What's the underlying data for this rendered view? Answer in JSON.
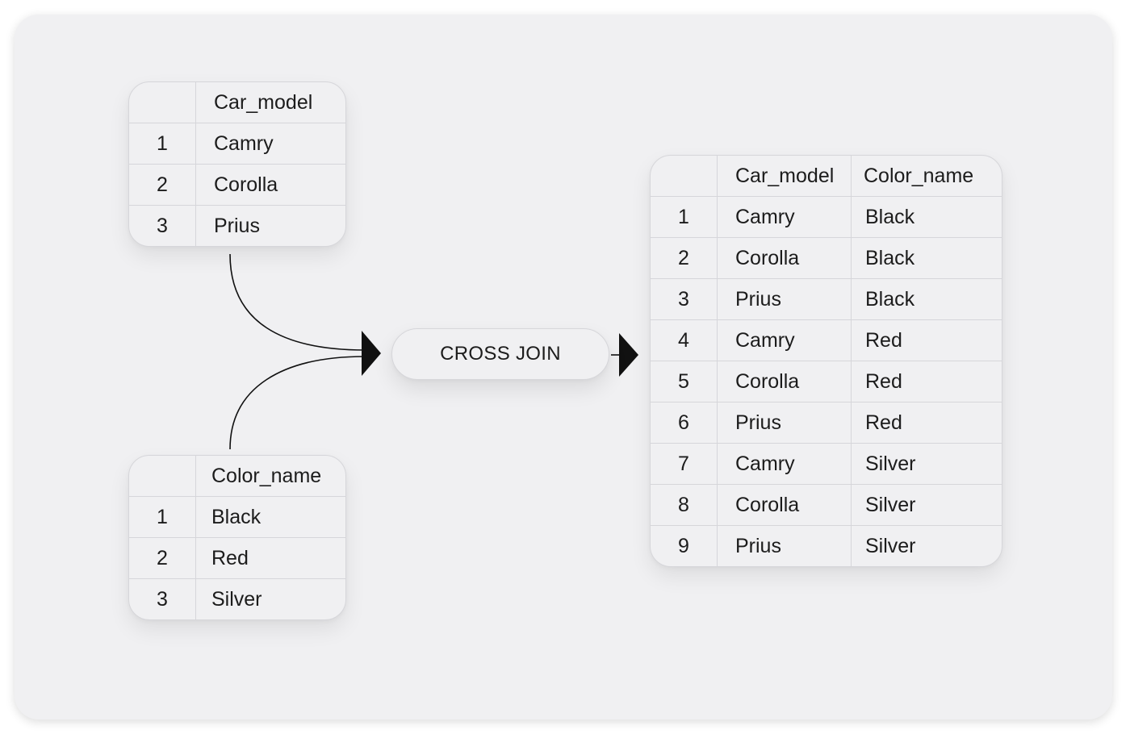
{
  "cars_table": {
    "header": [
      "",
      "Car_model"
    ],
    "rows": [
      [
        "1",
        "Camry"
      ],
      [
        "2",
        "Corolla"
      ],
      [
        "3",
        "Prius"
      ]
    ]
  },
  "colors_table": {
    "header": [
      "",
      "Color_name"
    ],
    "rows": [
      [
        "1",
        "Black"
      ],
      [
        "2",
        "Red"
      ],
      [
        "3",
        "Silver"
      ]
    ]
  },
  "operation": {
    "label": "CROSS JOIN"
  },
  "result_table": {
    "header": [
      "",
      "Car_model",
      "Color_name"
    ],
    "rows": [
      [
        "1",
        "Camry",
        "Black"
      ],
      [
        "2",
        "Corolla",
        "Black"
      ],
      [
        "3",
        "Prius",
        "Black"
      ],
      [
        "4",
        "Camry",
        "Red"
      ],
      [
        "5",
        "Corolla",
        "Red"
      ],
      [
        "6",
        "Prius",
        "Red"
      ],
      [
        "7",
        "Camry",
        "Silver"
      ],
      [
        "8",
        "Corolla",
        "Silver"
      ],
      [
        "9",
        "Prius",
        "Silver"
      ]
    ]
  },
  "colors": {
    "background": "#f0f0f2",
    "border": "#d6d6da",
    "text": "#1c1c1c",
    "arrow": "#111111"
  }
}
